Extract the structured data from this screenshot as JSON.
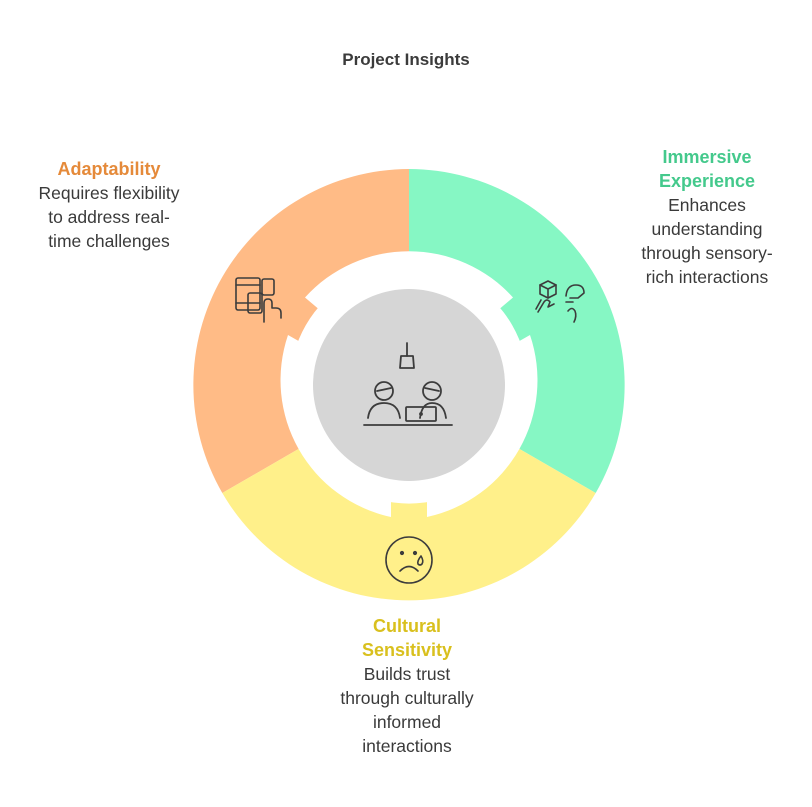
{
  "title": "Project Insights",
  "colors": {
    "adaptability": "#ffbb86",
    "immersive": "#86f7c4",
    "cultural": "#fff08a",
    "center": "#d6d6d6",
    "outline": "#3c3c3c"
  },
  "segments": [
    {
      "id": "adaptability",
      "heading": "Adaptability",
      "text": "Requires flexibility to address real-time challenges",
      "lines": [
        "Requires flexibility",
        "to address real-",
        "time challenges"
      ],
      "heading_color": "#e58a3a",
      "icon": "devices-touch-icon"
    },
    {
      "id": "immersive",
      "heading": "Immersive Experience",
      "heading_lines": [
        "Immersive",
        "Experience"
      ],
      "text": "Enhances understanding through sensory-rich interactions",
      "lines": [
        "Enhances",
        "understanding",
        "through sensory-",
        "rich interactions"
      ],
      "heading_color": "#44c98c",
      "icon": "sensory-interaction-icon"
    },
    {
      "id": "cultural",
      "heading": "Cultural Sensitivity",
      "heading_lines": [
        "Cultural",
        "Sensitivity"
      ],
      "text": "Builds trust through culturally informed interactions",
      "lines": [
        "Builds trust",
        "through culturally",
        "informed",
        "interactions"
      ],
      "heading_color": "#d9c01e",
      "icon": "sad-face-icon"
    }
  ],
  "center_icon": "meeting-people-icon"
}
